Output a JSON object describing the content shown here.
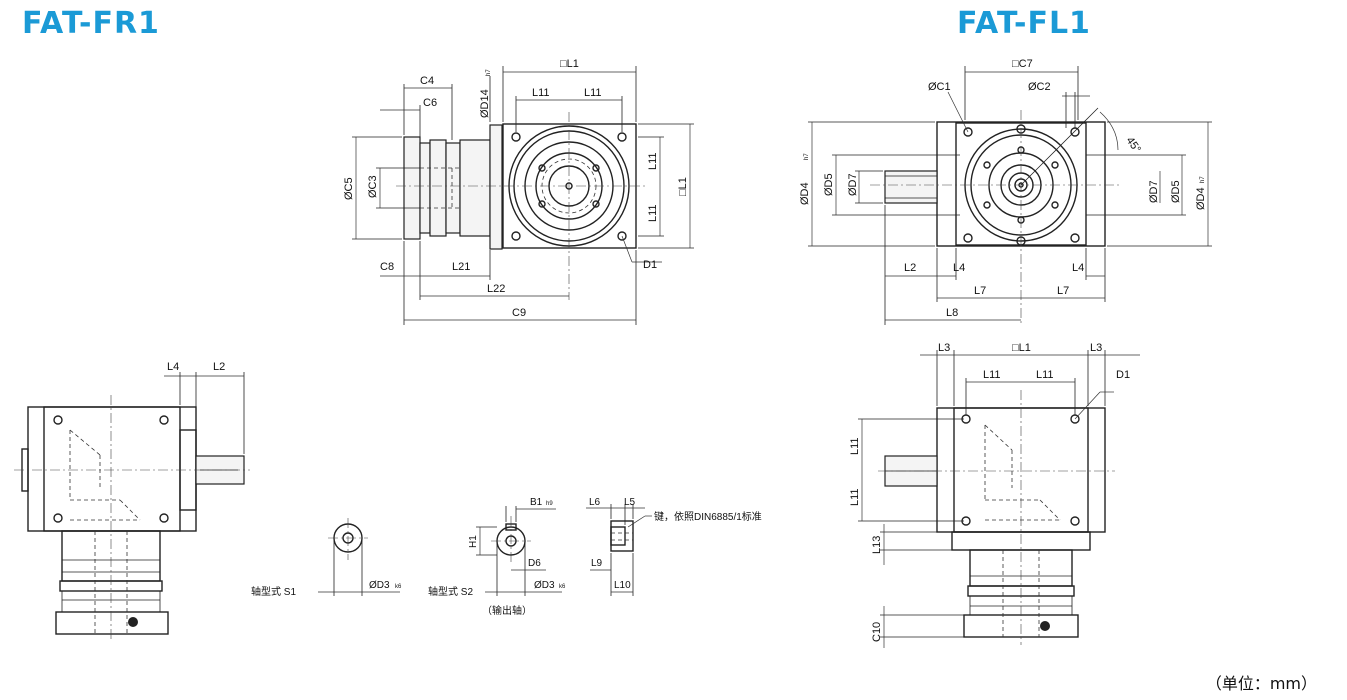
{
  "titles": {
    "left": "FAT-FR1",
    "right": "FAT-FL1"
  },
  "unit": "（单位：mm）",
  "dimensions": {
    "L1": "L1",
    "L2": "L2",
    "L3": "L3",
    "L4": "L4",
    "L5": "L5",
    "L6": "L6",
    "L7": "L7",
    "L8": "L8",
    "L9": "L9",
    "L10": "L10",
    "L11": "L11",
    "L13": "L13",
    "L21": "L21",
    "L22": "L22",
    "C4": "C4",
    "C6": "C6",
    "C7": "C7",
    "C8": "C8",
    "C9": "C9",
    "C10": "C10",
    "OC1": "ØC1",
    "OC2": "ØC2",
    "OC3": "ØC3",
    "OC5": "ØC5",
    "OD3": "ØD3",
    "OD4": "ØD4",
    "OD5": "ØD5",
    "OD7": "ØD7",
    "OD14": "ØD14",
    "D1": "D1",
    "D6": "D6",
    "B1": "B1",
    "H1": "H1",
    "angle": "45°",
    "tol_h7": "h7",
    "tol_k6": "k6",
    "tol_h9": "h9"
  },
  "square_symbol": "□",
  "labels": {
    "shaft_s1": "轴型式  S1",
    "shaft_s2": "轴型式  S2",
    "output_shaft": "（输出轴）",
    "key_note": "键，依照DIN6885/1标准"
  },
  "colors": {
    "title": "#1b9ad6",
    "line": "#222222"
  }
}
